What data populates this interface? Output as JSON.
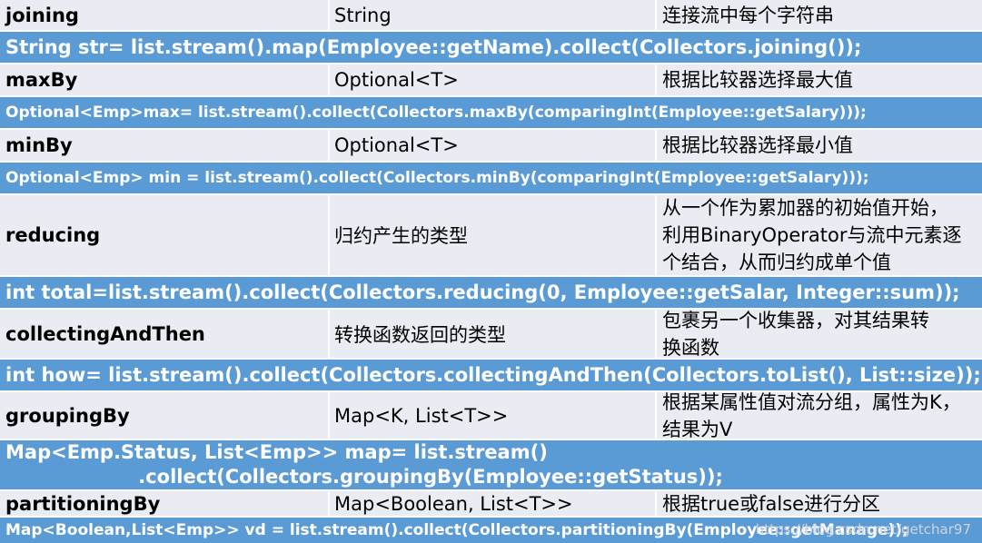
{
  "rows": [
    {
      "name": "joining",
      "type": "String",
      "desc": [
        "连接流中每个字符串"
      ],
      "code": [
        "String str= list.stream().map(Employee::getName).collect(Collectors.joining());"
      ]
    },
    {
      "name": "maxBy",
      "type": "Optional<T>",
      "desc": [
        "根据比较器选择最大值"
      ],
      "code": [
        "Optional<Emp>max= list.stream().collect(Collectors.maxBy(comparingInt(Employee::getSalary)));"
      ]
    },
    {
      "name": "minBy",
      "type": "Optional<T>",
      "desc": [
        "根据比较器选择最小值"
      ],
      "code": [
        "Optional<Emp> min = list.stream().collect(Collectors.minBy(comparingInt(Employee::getSalary)));"
      ]
    },
    {
      "name": "reducing",
      "type": "归约产生的类型",
      "desc": [
        "从一个作为累加器的初始值开始，",
        "利用BinaryOperator与流中元素逐",
        "个结合，从而归约成单个值"
      ],
      "code": [
        "int total=list.stream().collect(Collectors.reducing(0, Employee::getSalar, Integer::sum));"
      ]
    },
    {
      "name": "collectingAndThen",
      "type": "转换函数返回的类型",
      "desc": [
        "包裹另一个收集器，对其结果转",
        "换函数"
      ],
      "code": [
        "int how= list.stream().collect(Collectors.collectingAndThen(Collectors.toList(), List::size));"
      ]
    },
    {
      "name": "groupingBy",
      "type": "Map<K, List<T>>",
      "desc": [
        "根据某属性值对流分组，属性为K，",
        "结果为V"
      ],
      "code": [
        "Map<Emp.Status, List<Emp>> map= list.stream()",
        "                    .collect(Collectors.groupingBy(Employee::getStatus));"
      ]
    },
    {
      "name": "partitioningBy",
      "type": "Map<Boolean, List<T>>",
      "desc": [
        "根据true或false进行分区"
      ],
      "code": [
        "Map<Boolean,List<Emp>> vd = list.stream().collect(Collectors.partitioningBy(Employee::getManage));"
      ]
    }
  ],
  "watermark": "https://blog.csdn.net/getchar97"
}
